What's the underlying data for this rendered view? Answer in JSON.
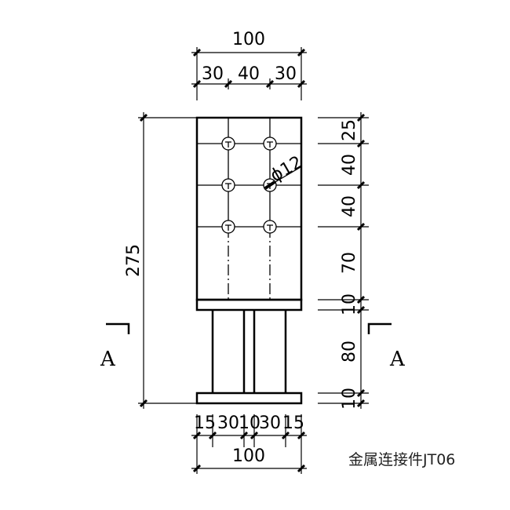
{
  "title": "金属连接件JT06",
  "dims": {
    "top_total": "100",
    "top_parts": [
      "30",
      "40",
      "30"
    ],
    "left_total": "275",
    "right_parts": [
      "25",
      "40",
      "40",
      "70",
      "10",
      "80",
      "10"
    ],
    "bottom_parts": [
      "15",
      "30",
      "10",
      "30",
      "15"
    ],
    "bottom_total": "100",
    "bolt_label": "ϕ12"
  },
  "section_labels": [
    "A",
    "A"
  ]
}
